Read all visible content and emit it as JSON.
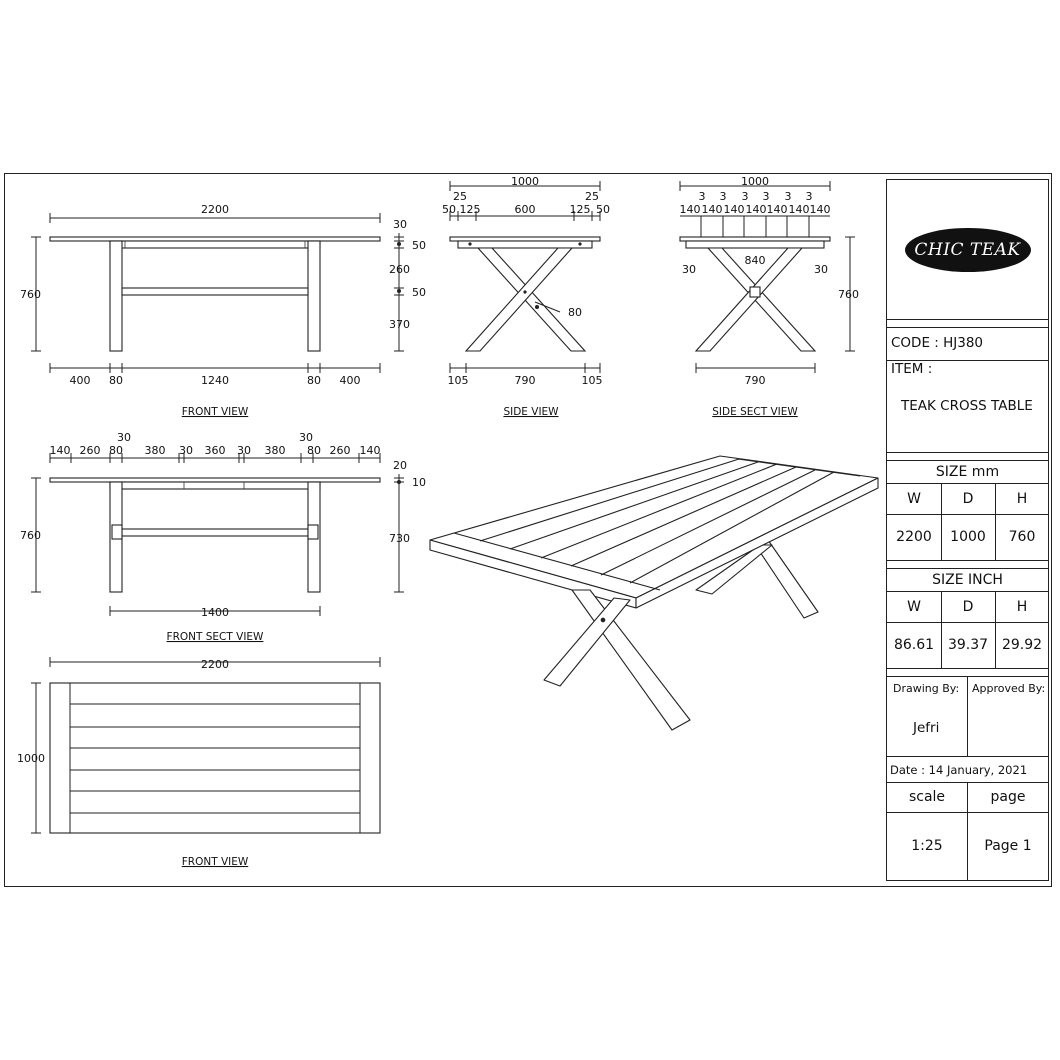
{
  "drawing": {
    "front_view": {
      "label": "FRONT VIEW",
      "dims": {
        "length": "2200",
        "height": "760",
        "top_thk": "30",
        "apron": "50",
        "gap": "260",
        "stretcher": "50",
        "lower": "370",
        "over_l": "400",
        "leg_l": "80",
        "between": "1240",
        "leg_r": "80",
        "over_r": "400"
      }
    },
    "side_view": {
      "label": "SIDE VIEW",
      "dims": {
        "width": "1000",
        "t_l": "25",
        "t_r": "25",
        "a": "50",
        "b": "125",
        "c": "600",
        "d": "125",
        "e": "50",
        "beam": "80",
        "foot_l": "105",
        "span": "790",
        "foot_r": "105"
      }
    },
    "side_sect_view": {
      "label": "SIDE SECT VIEW",
      "dims": {
        "width": "1000",
        "gaps": [
          "3",
          "3",
          "3",
          "3",
          "3",
          "3"
        ],
        "slats": [
          "140",
          "140",
          "140",
          "140",
          "140",
          "140",
          "140"
        ],
        "left": "30",
        "inner": "840",
        "right": "30",
        "height": "760",
        "span": "790"
      }
    },
    "front_sect_view": {
      "label": "FRONT SECT VIEW",
      "dims": {
        "segs": [
          "140",
          "260",
          "80",
          "380",
          "30",
          "360",
          "30",
          "380",
          "80",
          "260",
          "140"
        ],
        "top_l": "30",
        "top_r": "30",
        "height": "760",
        "top": "20",
        "sub": "10",
        "leg": "730",
        "inner": "1400"
      }
    },
    "plan_view": {
      "label": "FRONT VIEW",
      "dims": {
        "length": "2200",
        "depth": "1000"
      }
    }
  },
  "title_block": {
    "logo_text": "CHIC TEAK",
    "code": "CODE : HJ380",
    "item_label": "ITEM :",
    "item_name": "TEAK CROSS TABLE",
    "size_mm_title": "SIZE mm",
    "size_inch_title": "SIZE INCH",
    "headers": [
      "W",
      "D",
      "H"
    ],
    "mm_values": [
      "2200",
      "1000",
      "760"
    ],
    "inch_values": [
      "86.61",
      "39.37",
      "29.92"
    ],
    "drawing_by_label": "Drawing By:",
    "approved_by_label": "Approved By:",
    "drawing_by": "Jefri",
    "date": "Date : 14 January, 2021",
    "scale_label": "scale",
    "page_label": "page",
    "scale_value": "1:25",
    "page_value": "Page 1"
  }
}
